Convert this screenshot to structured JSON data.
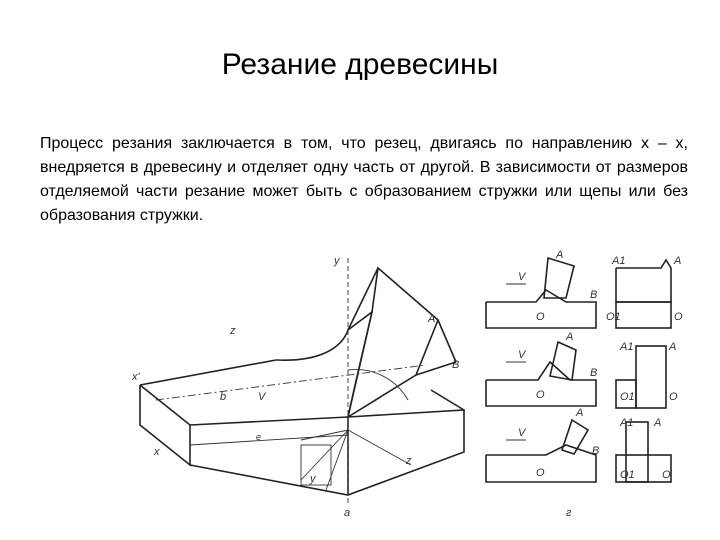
{
  "slide": {
    "title": "Резание древесины",
    "paragraph": "Процесс резания заключается в том, что резец, двигаясь по направлению х – х, внедряется в древесину и отделяет одну часть от другой. В зависимости от размеров отделяемой части резание может быть с образованием стружки или щепы или без образования стружки."
  },
  "figure": {
    "main_caption": "а",
    "side_caption": "г",
    "labels": {
      "x": "x",
      "x1": "x'",
      "y": "y",
      "z": "z",
      "A": "A",
      "A1": "A1",
      "B": "B",
      "O": "O",
      "O1": "O1",
      "V": "V",
      "b": "b",
      "e": "e"
    }
  }
}
